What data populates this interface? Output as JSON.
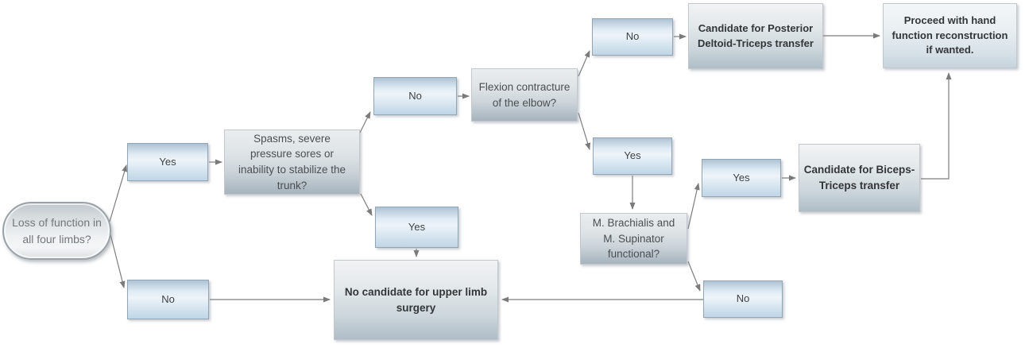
{
  "diagram": {
    "type": "flowchart",
    "topic": "Loss of function in all four limbs - upper limb surgery decision",
    "nodes": {
      "start": {
        "label": "Loss of function in all four limbs?",
        "shape": "stadium"
      },
      "yes1": {
        "label": "Yes",
        "shape": "rect"
      },
      "no1": {
        "label": "No",
        "shape": "rect"
      },
      "spasms": {
        "label": "Spasms, severe pressure sores or inability to stabilize the trunk?",
        "shape": "rect"
      },
      "no2": {
        "label": "No",
        "shape": "rect"
      },
      "yes2": {
        "label": "Yes",
        "shape": "rect"
      },
      "flexion": {
        "label": "Flexion contracture of the elbow?",
        "shape": "rect"
      },
      "no3": {
        "label": "No",
        "shape": "rect"
      },
      "yes3": {
        "label": "Yes",
        "shape": "rect"
      },
      "candidate_posterior": {
        "label": "Candidate for Posterior Deltoid-Triceps transfer",
        "shape": "rect"
      },
      "proceed_hand": {
        "label": "Proceed with hand function reconstruction if wanted.",
        "shape": "rect"
      },
      "brachialis": {
        "label": "M. Brachialis and M. Supinator functional?",
        "shape": "rect"
      },
      "yes4": {
        "label": "Yes",
        "shape": "rect"
      },
      "no4": {
        "label": "No",
        "shape": "rect"
      },
      "candidate_biceps": {
        "label": "Candidate for Biceps-Triceps transfer",
        "shape": "rect"
      },
      "no_candidate": {
        "label": "No candidate for upper limb surgery",
        "shape": "rect"
      }
    },
    "edges": [
      {
        "from": "start",
        "to": "yes1"
      },
      {
        "from": "start",
        "to": "no1"
      },
      {
        "from": "yes1",
        "to": "spasms"
      },
      {
        "from": "spasms",
        "to": "no2"
      },
      {
        "from": "spasms",
        "to": "yes2"
      },
      {
        "from": "no2",
        "to": "flexion"
      },
      {
        "from": "flexion",
        "to": "no3"
      },
      {
        "from": "flexion",
        "to": "yes3"
      },
      {
        "from": "no3",
        "to": "candidate_posterior"
      },
      {
        "from": "candidate_posterior",
        "to": "proceed_hand"
      },
      {
        "from": "yes3",
        "to": "brachialis"
      },
      {
        "from": "brachialis",
        "to": "yes4"
      },
      {
        "from": "brachialis",
        "to": "no4"
      },
      {
        "from": "yes4",
        "to": "candidate_biceps"
      },
      {
        "from": "candidate_biceps",
        "to": "proceed_hand"
      },
      {
        "from": "yes2",
        "to": "no_candidate"
      },
      {
        "from": "no1",
        "to": "no_candidate"
      },
      {
        "from": "no4",
        "to": "no_candidate"
      }
    ],
    "colors": {
      "background": "#ffffff",
      "blue_box_top": "#aec3d5",
      "blue_box_bottom": "#bfd5e6",
      "gray_box_top": "#eaedee",
      "gray_box_bottom": "#a5b3bd",
      "outcome_box_bottom": "#aebdc7",
      "stadium_text": "#73787d",
      "box_text": "#4b4f52",
      "outcome_text": "#323639",
      "connector": "#7d7d7d"
    }
  }
}
